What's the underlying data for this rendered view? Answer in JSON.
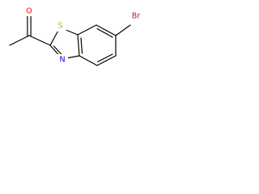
{
  "molecule": {
    "atoms": {
      "sulfur": {
        "label": "S",
        "color": "#b8b800"
      },
      "nitrogen": {
        "label": "N",
        "color": "#0000ff"
      },
      "bromine": {
        "label": "Br",
        "color": "#a52a2a"
      },
      "oxygen": {
        "label": "O",
        "color": "#ff0000"
      }
    }
  }
}
